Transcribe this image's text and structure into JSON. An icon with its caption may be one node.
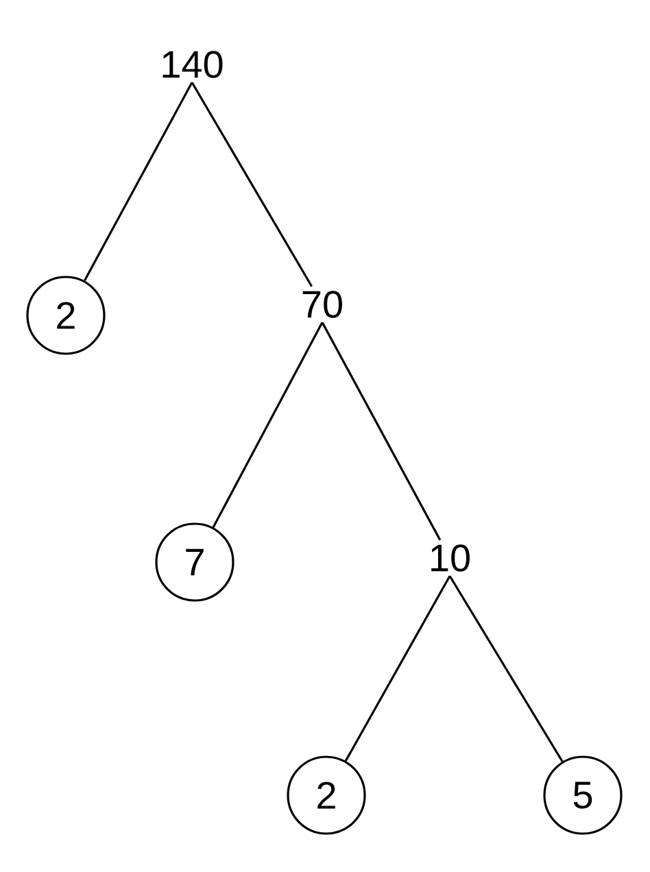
{
  "diagram": {
    "nodes": [
      {
        "text": [
          "140"
        ]
      },
      {
        "text": [
          "2"
        ]
      },
      {
        "text": [
          "70"
        ]
      },
      {
        "text": [
          "7"
        ]
      },
      {
        "text": [
          "10"
        ]
      },
      {
        "text": [
          "2"
        ]
      },
      {
        "text": [
          "5"
        ]
      }
    ],
    "edges": [
      {
        "from": 0,
        "to": 1,
        "arrow": "none"
      },
      {
        "from": 0,
        "to": 2,
        "arrow": "none"
      },
      {
        "from": 2,
        "to": 3,
        "arrow": "none"
      },
      {
        "from": 2,
        "to": 4,
        "arrow": "none"
      },
      {
        "from": 4,
        "to": 5,
        "arrow": "none"
      },
      {
        "from": 4,
        "to": 6,
        "arrow": "none"
      }
    ]
  }
}
